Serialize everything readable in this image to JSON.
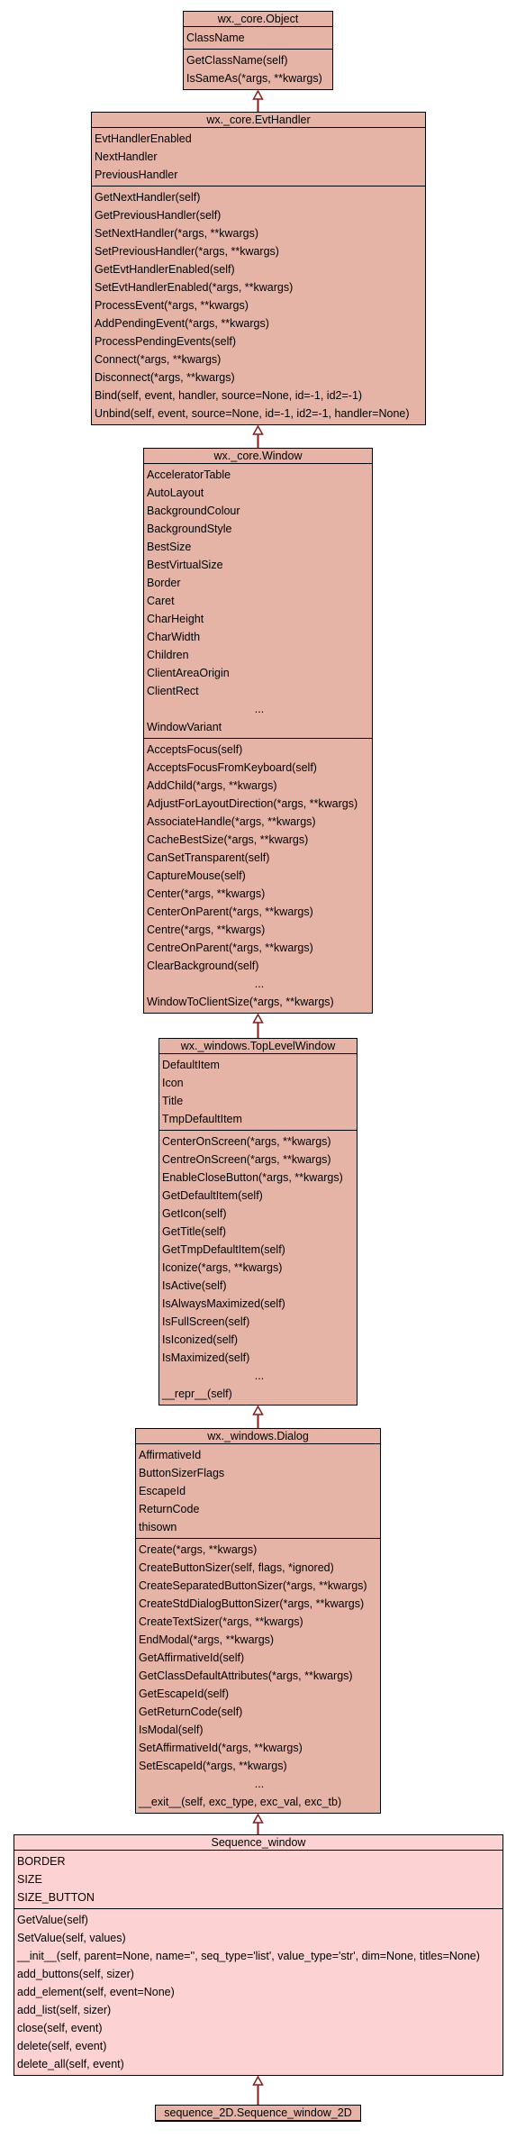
{
  "classes": [
    {
      "id": "object",
      "title": "wx._core.Object",
      "attributes": [
        "ClassName"
      ],
      "methods": [
        "GetClassName(self)",
        "IsSameAs(*args, **kwargs)"
      ]
    },
    {
      "id": "evthandler",
      "title": "wx._core.EvtHandler",
      "attributes": [
        "EvtHandlerEnabled",
        "NextHandler",
        "PreviousHandler"
      ],
      "methods": [
        "GetNextHandler(self)",
        "GetPreviousHandler(self)",
        "SetNextHandler(*args, **kwargs)",
        "SetPreviousHandler(*args, **kwargs)",
        "GetEvtHandlerEnabled(self)",
        "SetEvtHandlerEnabled(*args, **kwargs)",
        "ProcessEvent(*args, **kwargs)",
        "AddPendingEvent(*args, **kwargs)",
        "ProcessPendingEvents(self)",
        "Connect(*args, **kwargs)",
        "Disconnect(*args, **kwargs)",
        "Bind(self, event, handler, source=None, id=-1, id2=-1)",
        "Unbind(self, event, source=None, id=-1, id2=-1, handler=None)"
      ]
    },
    {
      "id": "window",
      "title": "wx._core.Window",
      "attributes": [
        "AcceleratorTable",
        "AutoLayout",
        "BackgroundColour",
        "BackgroundStyle",
        "BestSize",
        "BestVirtualSize",
        "Border",
        "Caret",
        "CharHeight",
        "CharWidth",
        "Children",
        "ClientAreaOrigin",
        "ClientRect",
        "...",
        "WindowVariant"
      ],
      "methods": [
        "AcceptsFocus(self)",
        "AcceptsFocusFromKeyboard(self)",
        "AddChild(*args, **kwargs)",
        "AdjustForLayoutDirection(*args, **kwargs)",
        "AssociateHandle(*args, **kwargs)",
        "CacheBestSize(*args, **kwargs)",
        "CanSetTransparent(self)",
        "CaptureMouse(self)",
        "Center(*args, **kwargs)",
        "CenterOnParent(*args, **kwargs)",
        "Centre(*args, **kwargs)",
        "CentreOnParent(*args, **kwargs)",
        "ClearBackground(self)",
        "...",
        "WindowToClientSize(*args, **kwargs)"
      ]
    },
    {
      "id": "toplevel",
      "title": "wx._windows.TopLevelWindow",
      "attributes": [
        "DefaultItem",
        "Icon",
        "Title",
        "TmpDefaultItem"
      ],
      "methods": [
        "CenterOnScreen(*args, **kwargs)",
        "CentreOnScreen(*args, **kwargs)",
        "EnableCloseButton(*args, **kwargs)",
        "GetDefaultItem(self)",
        "GetIcon(self)",
        "GetTitle(self)",
        "GetTmpDefaultItem(self)",
        "Iconize(*args, **kwargs)",
        "IsActive(self)",
        "IsAlwaysMaximized(self)",
        "IsFullScreen(self)",
        "IsIconized(self)",
        "IsMaximized(self)",
        "...",
        "__repr__(self)"
      ]
    },
    {
      "id": "dialog",
      "title": "wx._windows.Dialog",
      "attributes": [
        "AffirmativeId",
        "ButtonSizerFlags",
        "EscapeId",
        "ReturnCode",
        "thisown"
      ],
      "methods": [
        "Create(*args, **kwargs)",
        "CreateButtonSizer(self, flags, *ignored)",
        "CreateSeparatedButtonSizer(*args, **kwargs)",
        "CreateStdDialogButtonSizer(*args, **kwargs)",
        "CreateTextSizer(*args, **kwargs)",
        "EndModal(*args, **kwargs)",
        "GetAffirmativeId(self)",
        "GetClassDefaultAttributes(*args, **kwargs)",
        "GetEscapeId(self)",
        "GetReturnCode(self)",
        "IsModal(self)",
        "SetAffirmativeId(*args, **kwargs)",
        "SetEscapeId(*args, **kwargs)",
        "...",
        "__exit__(self, exc_type, exc_val, exc_tb)"
      ]
    },
    {
      "id": "sequence",
      "title": "Sequence_window",
      "attributes": [
        "BORDER",
        "SIZE",
        "SIZE_BUTTON"
      ],
      "methods": [
        "GetValue(self)",
        "SetValue(self, values)",
        "__init__(self, parent=None, name='', seq_type='list', value_type='str', dim=None, titles=None)",
        "add_buttons(self, sizer)",
        "add_element(self, event=None)",
        "add_list(self, sizer)",
        "close(self, event)",
        "delete(self, event)",
        "delete_all(self, event)"
      ]
    },
    {
      "id": "seq2d",
      "title": "sequence_2D.Sequence_window_2D",
      "attributes": [],
      "methods": []
    }
  ],
  "colors": {
    "base_fill": "#e6b4a6",
    "derived_fill": "#fdd2d2",
    "border": "#000000",
    "edge": "#8b1a1a"
  }
}
